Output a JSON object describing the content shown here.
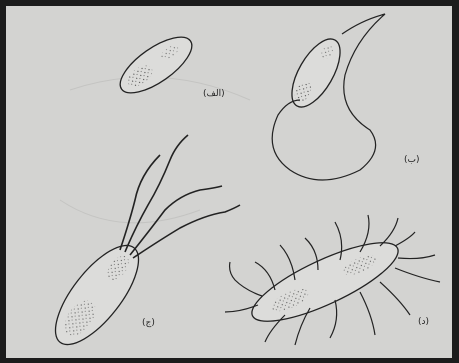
{
  "figure": {
    "labels": {
      "a": "(الف)",
      "b": "(ب)",
      "c": "(ج)",
      "d": "(د)"
    }
  }
}
